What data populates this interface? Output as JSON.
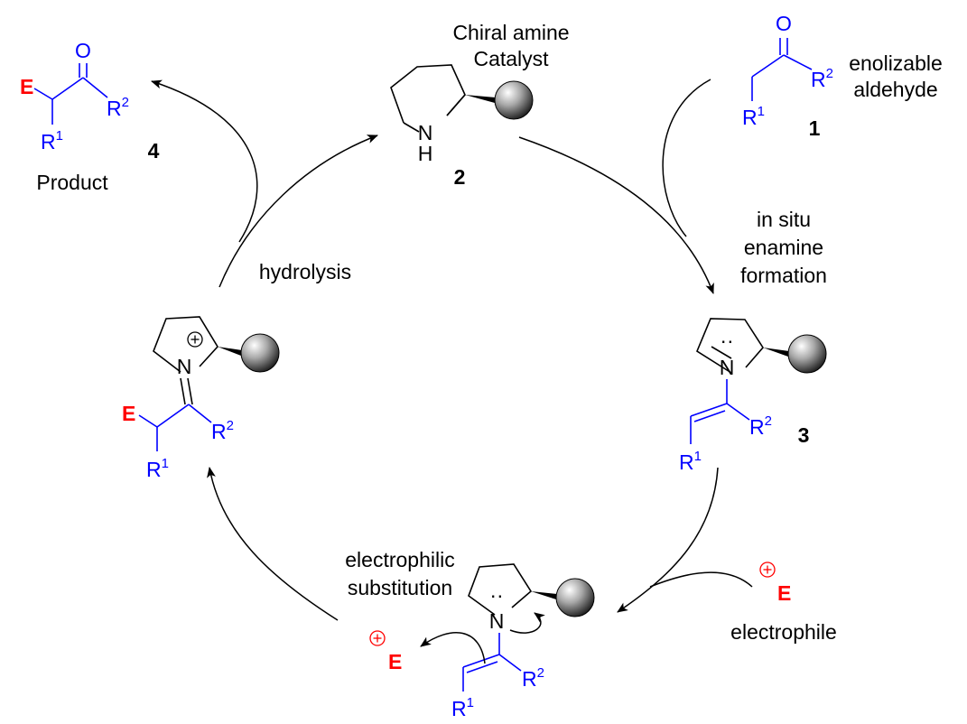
{
  "colors": {
    "bond": "#000000",
    "substrate": "#0000ff",
    "electrophile": "#ff0000",
    "text": "#000000"
  },
  "labels": {
    "catalyst_line1": "Chiral amine",
    "catalyst_line2": "Catalyst",
    "aldehyde_line1": "enolizable",
    "aldehyde_line2": "aldehyde",
    "enamine_line1": "in situ",
    "enamine_line2": "enamine",
    "enamine_line3": "formation",
    "electrophile": "electrophile",
    "substitution_line1": "electrophilic",
    "substitution_line2": "substitution",
    "hydrolysis": "hydrolysis",
    "product": "Product"
  },
  "compounds": {
    "c1": "1",
    "c2": "2",
    "c3": "3",
    "c4": "4"
  },
  "atoms": {
    "N": "N",
    "H": "H",
    "O": "O",
    "E": "E",
    "R": "R",
    "sup1": "1",
    "sup2": "2",
    "lone_pair": "··",
    "plus": "+"
  },
  "icons": [
    "sphere-icon",
    "plus-charge-icon",
    "curved-arrow-icon"
  ]
}
